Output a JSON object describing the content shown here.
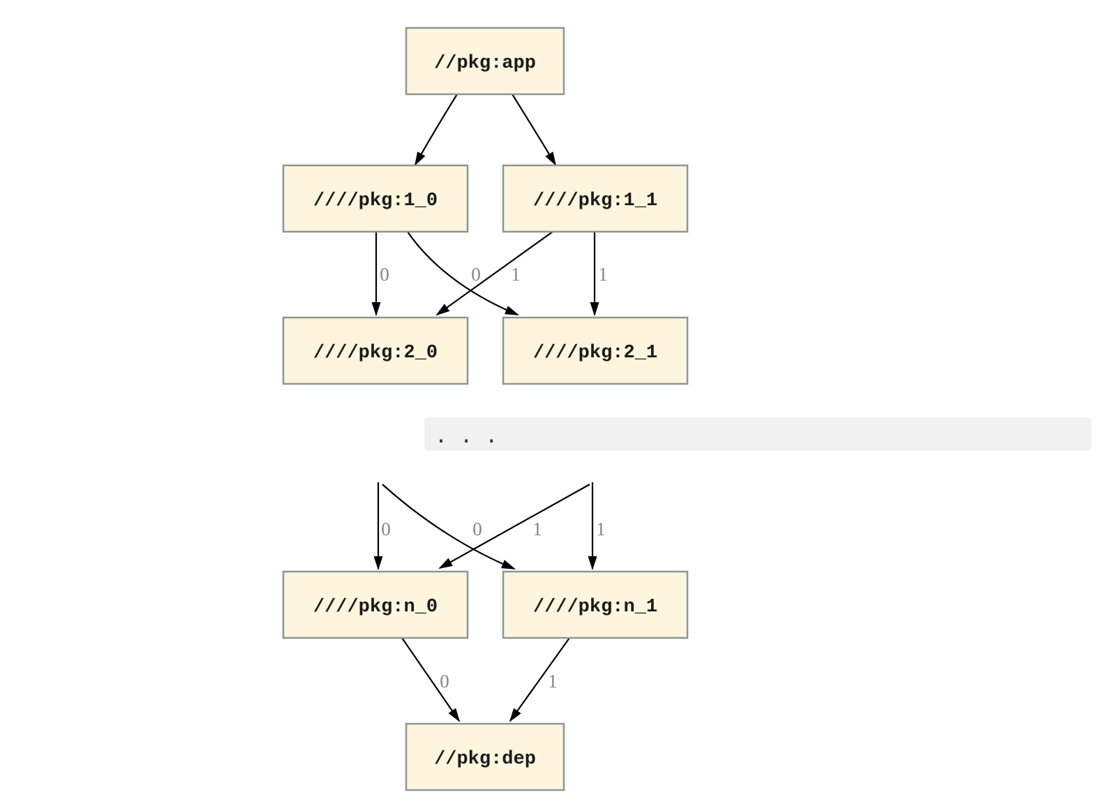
{
  "diagram": {
    "type": "dependency-graph",
    "ellipsis": ". . .",
    "colors": {
      "background": "#ffffff",
      "node_fill": "#fdf5dd",
      "node_border": "#8e9596",
      "node_text": "#1a1a1a",
      "edge": "#000000",
      "edge_label": "#848484",
      "bar_bg": "#f1f1f1",
      "bar_text": "#333333"
    },
    "nodes": [
      {
        "id": "app",
        "label": "//pkg:app"
      },
      {
        "id": "1_0",
        "label": "////pkg:1_0"
      },
      {
        "id": "1_1",
        "label": "////pkg:1_1"
      },
      {
        "id": "2_0",
        "label": "////pkg:2_0"
      },
      {
        "id": "2_1",
        "label": "////pkg:2_1"
      },
      {
        "id": "n_0",
        "label": "////pkg:n_0"
      },
      {
        "id": "n_1",
        "label": "////pkg:n_1"
      },
      {
        "id": "dep",
        "label": "//pkg:dep"
      }
    ],
    "edges": [
      {
        "from": "//pkg:app",
        "to": "////pkg:1_0",
        "label": ""
      },
      {
        "from": "//pkg:app",
        "to": "////pkg:1_1",
        "label": ""
      },
      {
        "from": "////pkg:1_0",
        "to": "////pkg:2_0",
        "label": "0"
      },
      {
        "from": "////pkg:1_0",
        "to": "////pkg:2_1",
        "label": "1"
      },
      {
        "from": "////pkg:1_1",
        "to": "////pkg:2_0",
        "label": "0"
      },
      {
        "from": "////pkg:1_1",
        "to": "////pkg:2_1",
        "label": "1"
      },
      {
        "from": "",
        "to": "////pkg:n_0",
        "label": "0"
      },
      {
        "from": "",
        "to": "////pkg:n_1",
        "label": "1"
      },
      {
        "from": "",
        "to": "////pkg:n_0",
        "label": "0"
      },
      {
        "from": "",
        "to": "////pkg:n_1",
        "label": "1"
      },
      {
        "from": "////pkg:n_0",
        "to": "//pkg:dep",
        "label": "0"
      },
      {
        "from": "////pkg:n_1",
        "to": "//pkg:dep",
        "label": "1"
      }
    ]
  }
}
